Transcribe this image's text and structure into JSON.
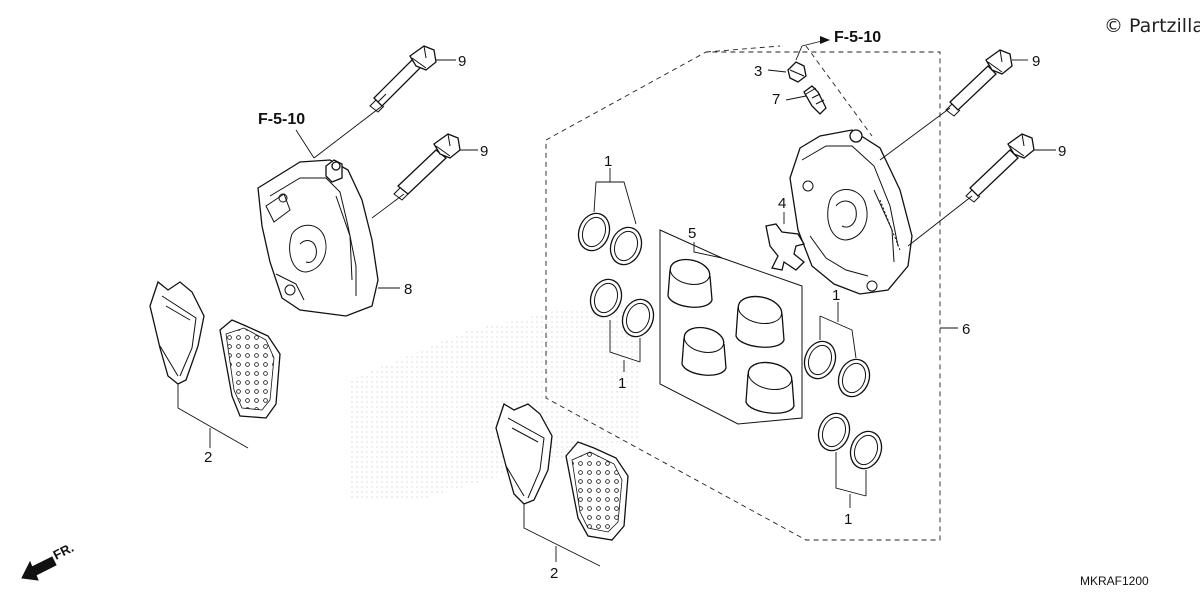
{
  "watermark": "© Partzilla",
  "diagram_code": "MKRAF1200",
  "direction_label": "FR.",
  "reference_labels": [
    "F-5-10",
    "F-5-10"
  ],
  "callouts": [
    {
      "id": "1a",
      "number": "1"
    },
    {
      "id": "1b",
      "number": "1"
    },
    {
      "id": "1c",
      "number": "1"
    },
    {
      "id": "1d",
      "number": "1"
    },
    {
      "id": "2a",
      "number": "2"
    },
    {
      "id": "2b",
      "number": "2"
    },
    {
      "id": "3",
      "number": "3"
    },
    {
      "id": "4",
      "number": "4"
    },
    {
      "id": "5",
      "number": "5"
    },
    {
      "id": "6",
      "number": "6"
    },
    {
      "id": "7",
      "number": "7"
    },
    {
      "id": "8",
      "number": "8"
    },
    {
      "id": "9a",
      "number": "9"
    },
    {
      "id": "9b",
      "number": "9"
    },
    {
      "id": "9c",
      "number": "9"
    },
    {
      "id": "9d",
      "number": "9"
    }
  ]
}
